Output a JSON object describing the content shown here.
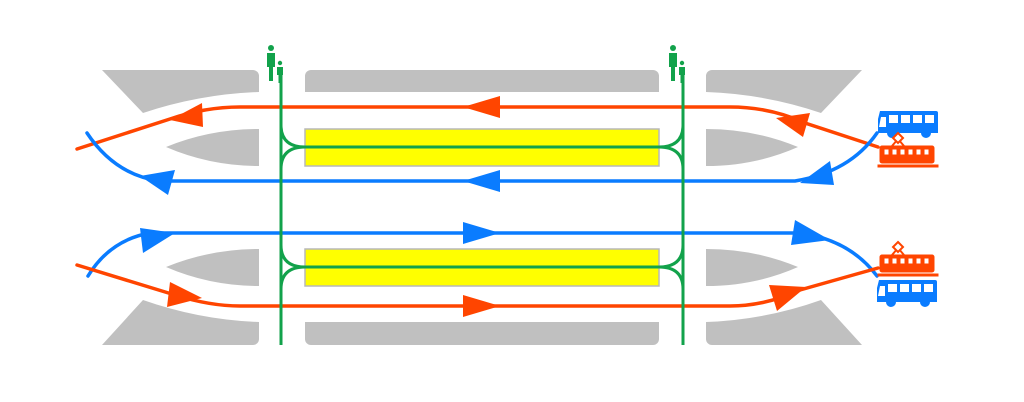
{
  "diagram": {
    "colors": {
      "island": "#c0c0c0",
      "platform": "#ffff00",
      "platform_border": "#b8b8b8",
      "pedestrian": "#12a24b",
      "bus": "#0a7cff",
      "tram": "#ff4500"
    },
    "icons": {
      "pedestrian": "pedestrian-adult-child-icon",
      "bus": "bus-icon",
      "tram": "tram-icon"
    },
    "routes": [
      {
        "mode": "tram",
        "direction": "westbound"
      },
      {
        "mode": "bus",
        "direction": "westbound"
      },
      {
        "mode": "bus",
        "direction": "eastbound"
      },
      {
        "mode": "tram",
        "direction": "eastbound"
      }
    ]
  }
}
